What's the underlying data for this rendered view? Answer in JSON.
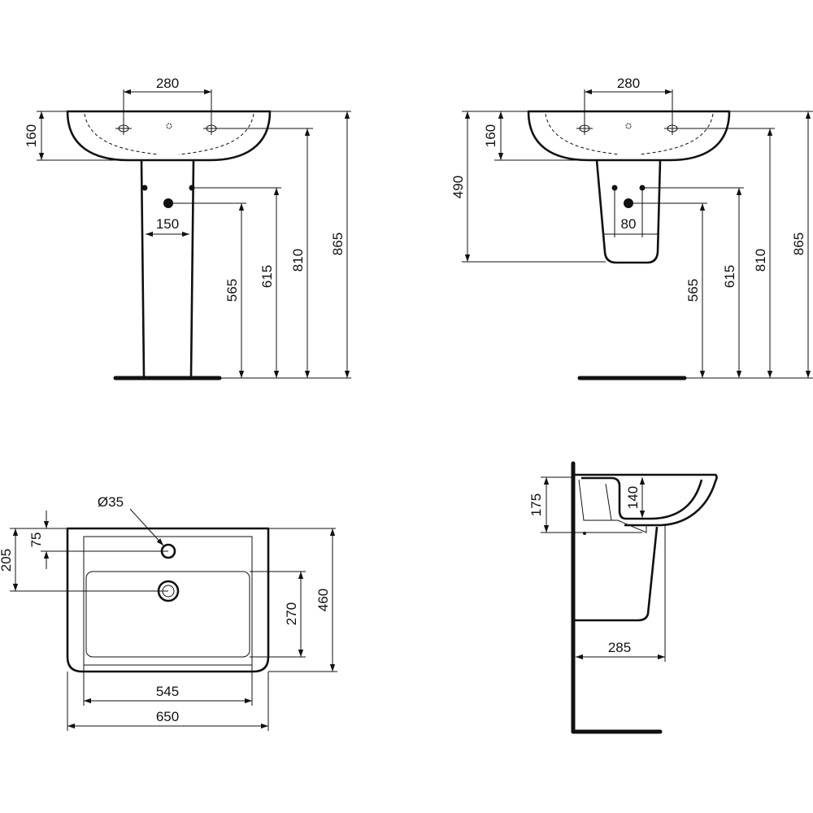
{
  "front_pedestal_view": {
    "tap_spacing": "280",
    "basin_depth": "160",
    "pedestal_fixing_spacing": "150",
    "waste_height": "565",
    "fixing_height": "615",
    "tap_height": "810",
    "rim_height": "865"
  },
  "front_semi_pedestal_view": {
    "tap_spacing": "280",
    "basin_depth": "160",
    "semi_pedestal_height": "490",
    "fixing_spacing": "80",
    "waste_height": "565",
    "fixing_height": "615",
    "tap_height": "810",
    "rim_height": "865"
  },
  "plan_view": {
    "tap_hole_diameter": "Ø35",
    "tap_hole_offset": "75",
    "waste_offset": "205",
    "bowl_depth": "270",
    "overall_depth": "460",
    "bowl_width": "545",
    "overall_width": "650"
  },
  "side_view": {
    "overflow_height": "175",
    "bowl_height": "140",
    "projection": "285"
  }
}
